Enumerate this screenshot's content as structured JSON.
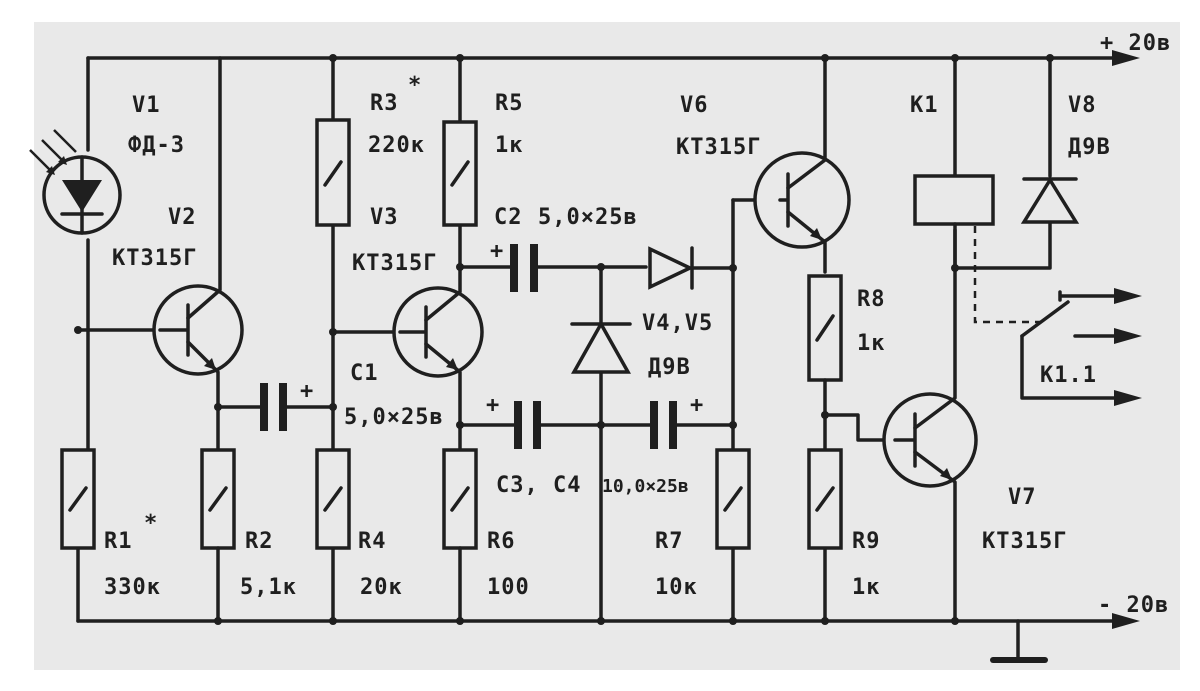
{
  "supply": {
    "positive": "+ 20в",
    "negative": "- 20в"
  },
  "components": {
    "v1": {
      "ref": "V1",
      "type": "ФД-3"
    },
    "v2": {
      "ref": "V2",
      "type": "КТ315Г"
    },
    "v3": {
      "ref": "V3",
      "type": "КТ315Г"
    },
    "v6": {
      "ref": "V6",
      "type": "КТ315Г"
    },
    "v7": {
      "ref": "V7",
      "type": "КТ315Г"
    },
    "v8": {
      "ref": "V8",
      "type": "Д9В"
    },
    "v4v5": {
      "ref": "V4,V5",
      "type": "Д9В"
    },
    "k1": {
      "ref": "K1"
    },
    "k11": {
      "ref": "K1.1"
    },
    "r1": {
      "ref": "R1",
      "star": "*",
      "value": "330к"
    },
    "r2": {
      "ref": "R2",
      "value": "5,1к"
    },
    "r3": {
      "ref": "R3",
      "star": "*",
      "value": "220к"
    },
    "r4": {
      "ref": "R4",
      "value": "20к"
    },
    "r5": {
      "ref": "R5",
      "value": "1к"
    },
    "r6": {
      "ref": "R6",
      "value": "100"
    },
    "r7": {
      "ref": "R7",
      "value": "10к"
    },
    "r8": {
      "ref": "R8",
      "value": "1к"
    },
    "r9": {
      "ref": "R9",
      "value": "1к"
    },
    "c1": {
      "ref": "C1",
      "value": "5,0×25в"
    },
    "c2": {
      "ref": "C2",
      "value": "5,0×25в"
    },
    "c3c4": {
      "ref": "C3, C4",
      "value": "10,0×25в"
    }
  },
  "polarity": {
    "plus": "+"
  }
}
